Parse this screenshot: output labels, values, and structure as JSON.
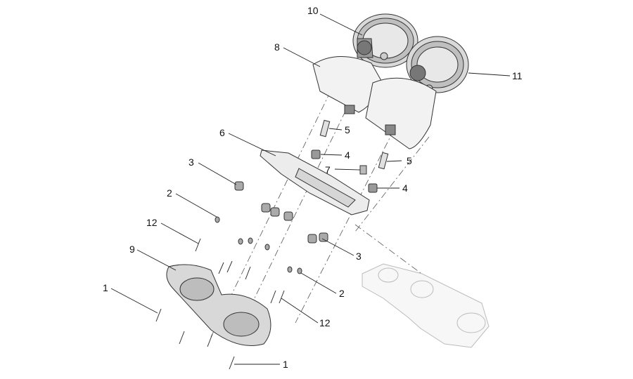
{
  "diagram": {
    "callouts": [
      {
        "id": "c10",
        "label": "10"
      },
      {
        "id": "c8",
        "label": "8"
      },
      {
        "id": "c11",
        "label": "11"
      },
      {
        "id": "c5a",
        "label": "5"
      },
      {
        "id": "c6",
        "label": "6"
      },
      {
        "id": "c4a",
        "label": "4"
      },
      {
        "id": "c3a",
        "label": "3"
      },
      {
        "id": "c7",
        "label": "7"
      },
      {
        "id": "c5b",
        "label": "5"
      },
      {
        "id": "c4b",
        "label": "4"
      },
      {
        "id": "c2a",
        "label": "2"
      },
      {
        "id": "c12a",
        "label": "12"
      },
      {
        "id": "c3b",
        "label": "3"
      },
      {
        "id": "c9",
        "label": "9"
      },
      {
        "id": "c1a",
        "label": "1"
      },
      {
        "id": "c2b",
        "label": "2"
      },
      {
        "id": "c12b",
        "label": "12"
      },
      {
        "id": "c1b",
        "label": "1"
      }
    ]
  }
}
